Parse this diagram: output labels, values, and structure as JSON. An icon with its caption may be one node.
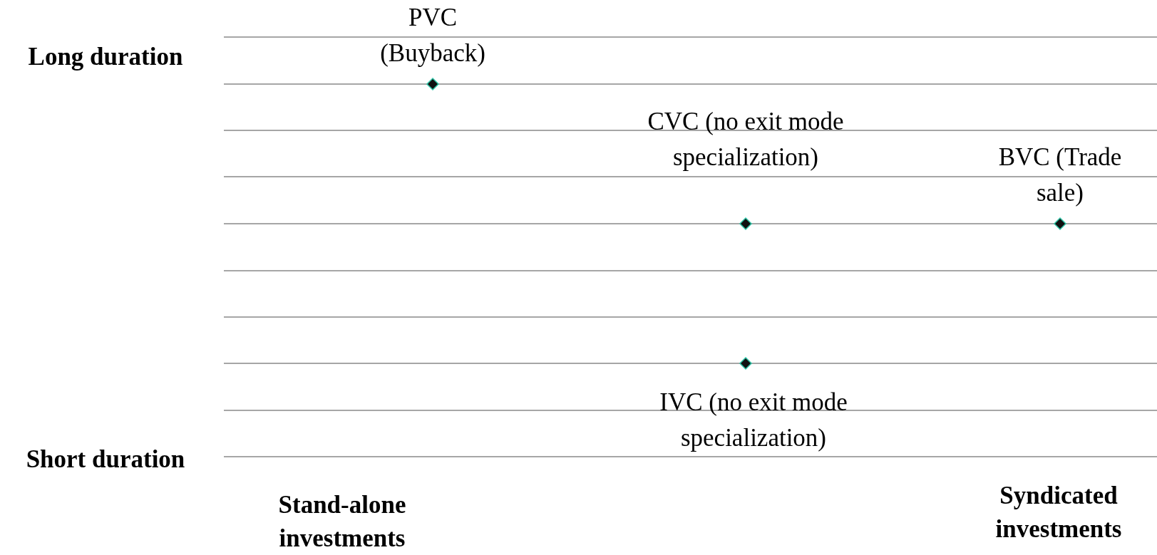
{
  "diagram": {
    "nodes": [
      {
        "text": [],
        "shape": "diamond",
        "beside": [
          "PVC (Buyback)"
        ]
      },
      {
        "text": [],
        "shape": "diamond",
        "beside": [
          "CVC (no exit mode specialization)"
        ]
      },
      {
        "text": [],
        "shape": "diamond",
        "beside": [
          "BVC (Trade sale)"
        ]
      },
      {
        "text": [],
        "shape": "diamond",
        "beside": [
          "IVC (no exit mode specialization)"
        ]
      }
    ],
    "labels": [
      "Long duration",
      "Short duration",
      "Stand-alone investments",
      "Syndicated investments"
    ]
  }
}
